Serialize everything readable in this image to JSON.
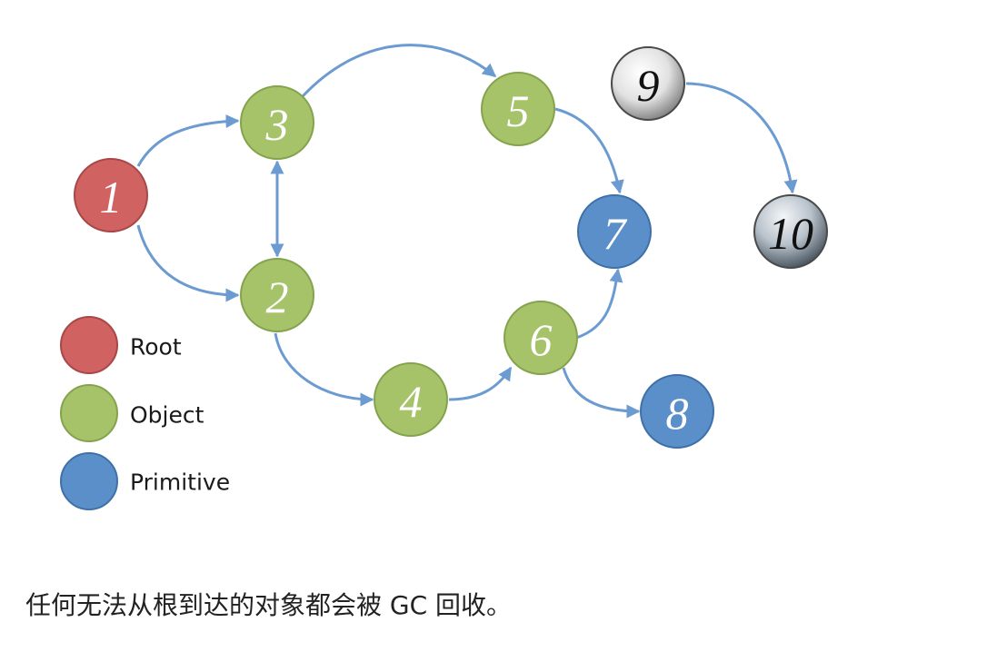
{
  "colors": {
    "root": "#d16262",
    "root_stroke": "#a84747",
    "object": "#a6c36a",
    "object_stroke": "#84a34d",
    "primitive": "#5b8fc9",
    "primitive_stroke": "#3f70a8",
    "edge": "#6b9bd1"
  },
  "nodes": [
    {
      "id": "1",
      "label": "1",
      "kind": "root"
    },
    {
      "id": "2",
      "label": "2",
      "kind": "object"
    },
    {
      "id": "3",
      "label": "3",
      "kind": "object"
    },
    {
      "id": "4",
      "label": "4",
      "kind": "object"
    },
    {
      "id": "5",
      "label": "5",
      "kind": "object"
    },
    {
      "id": "6",
      "label": "6",
      "kind": "object"
    },
    {
      "id": "7",
      "label": "7",
      "kind": "primitive"
    },
    {
      "id": "8",
      "label": "8",
      "kind": "primitive"
    },
    {
      "id": "9",
      "label": "9",
      "kind": "unreachable"
    },
    {
      "id": "10",
      "label": "10",
      "kind": "unreachable"
    }
  ],
  "edges": [
    {
      "from": "1",
      "to": "3"
    },
    {
      "from": "1",
      "to": "2"
    },
    {
      "from": "2",
      "to": "3",
      "bidirectional": true
    },
    {
      "from": "3",
      "to": "5"
    },
    {
      "from": "5",
      "to": "7"
    },
    {
      "from": "2",
      "to": "4"
    },
    {
      "from": "4",
      "to": "6"
    },
    {
      "from": "6",
      "to": "7"
    },
    {
      "from": "6",
      "to": "8"
    },
    {
      "from": "9",
      "to": "10"
    }
  ],
  "legend": [
    {
      "kind": "root",
      "label": "Root"
    },
    {
      "kind": "object",
      "label": "Object"
    },
    {
      "kind": "primitive",
      "label": "Primitive"
    }
  ],
  "caption": "任何无法从根到达的对象都会被 GC 回收。"
}
